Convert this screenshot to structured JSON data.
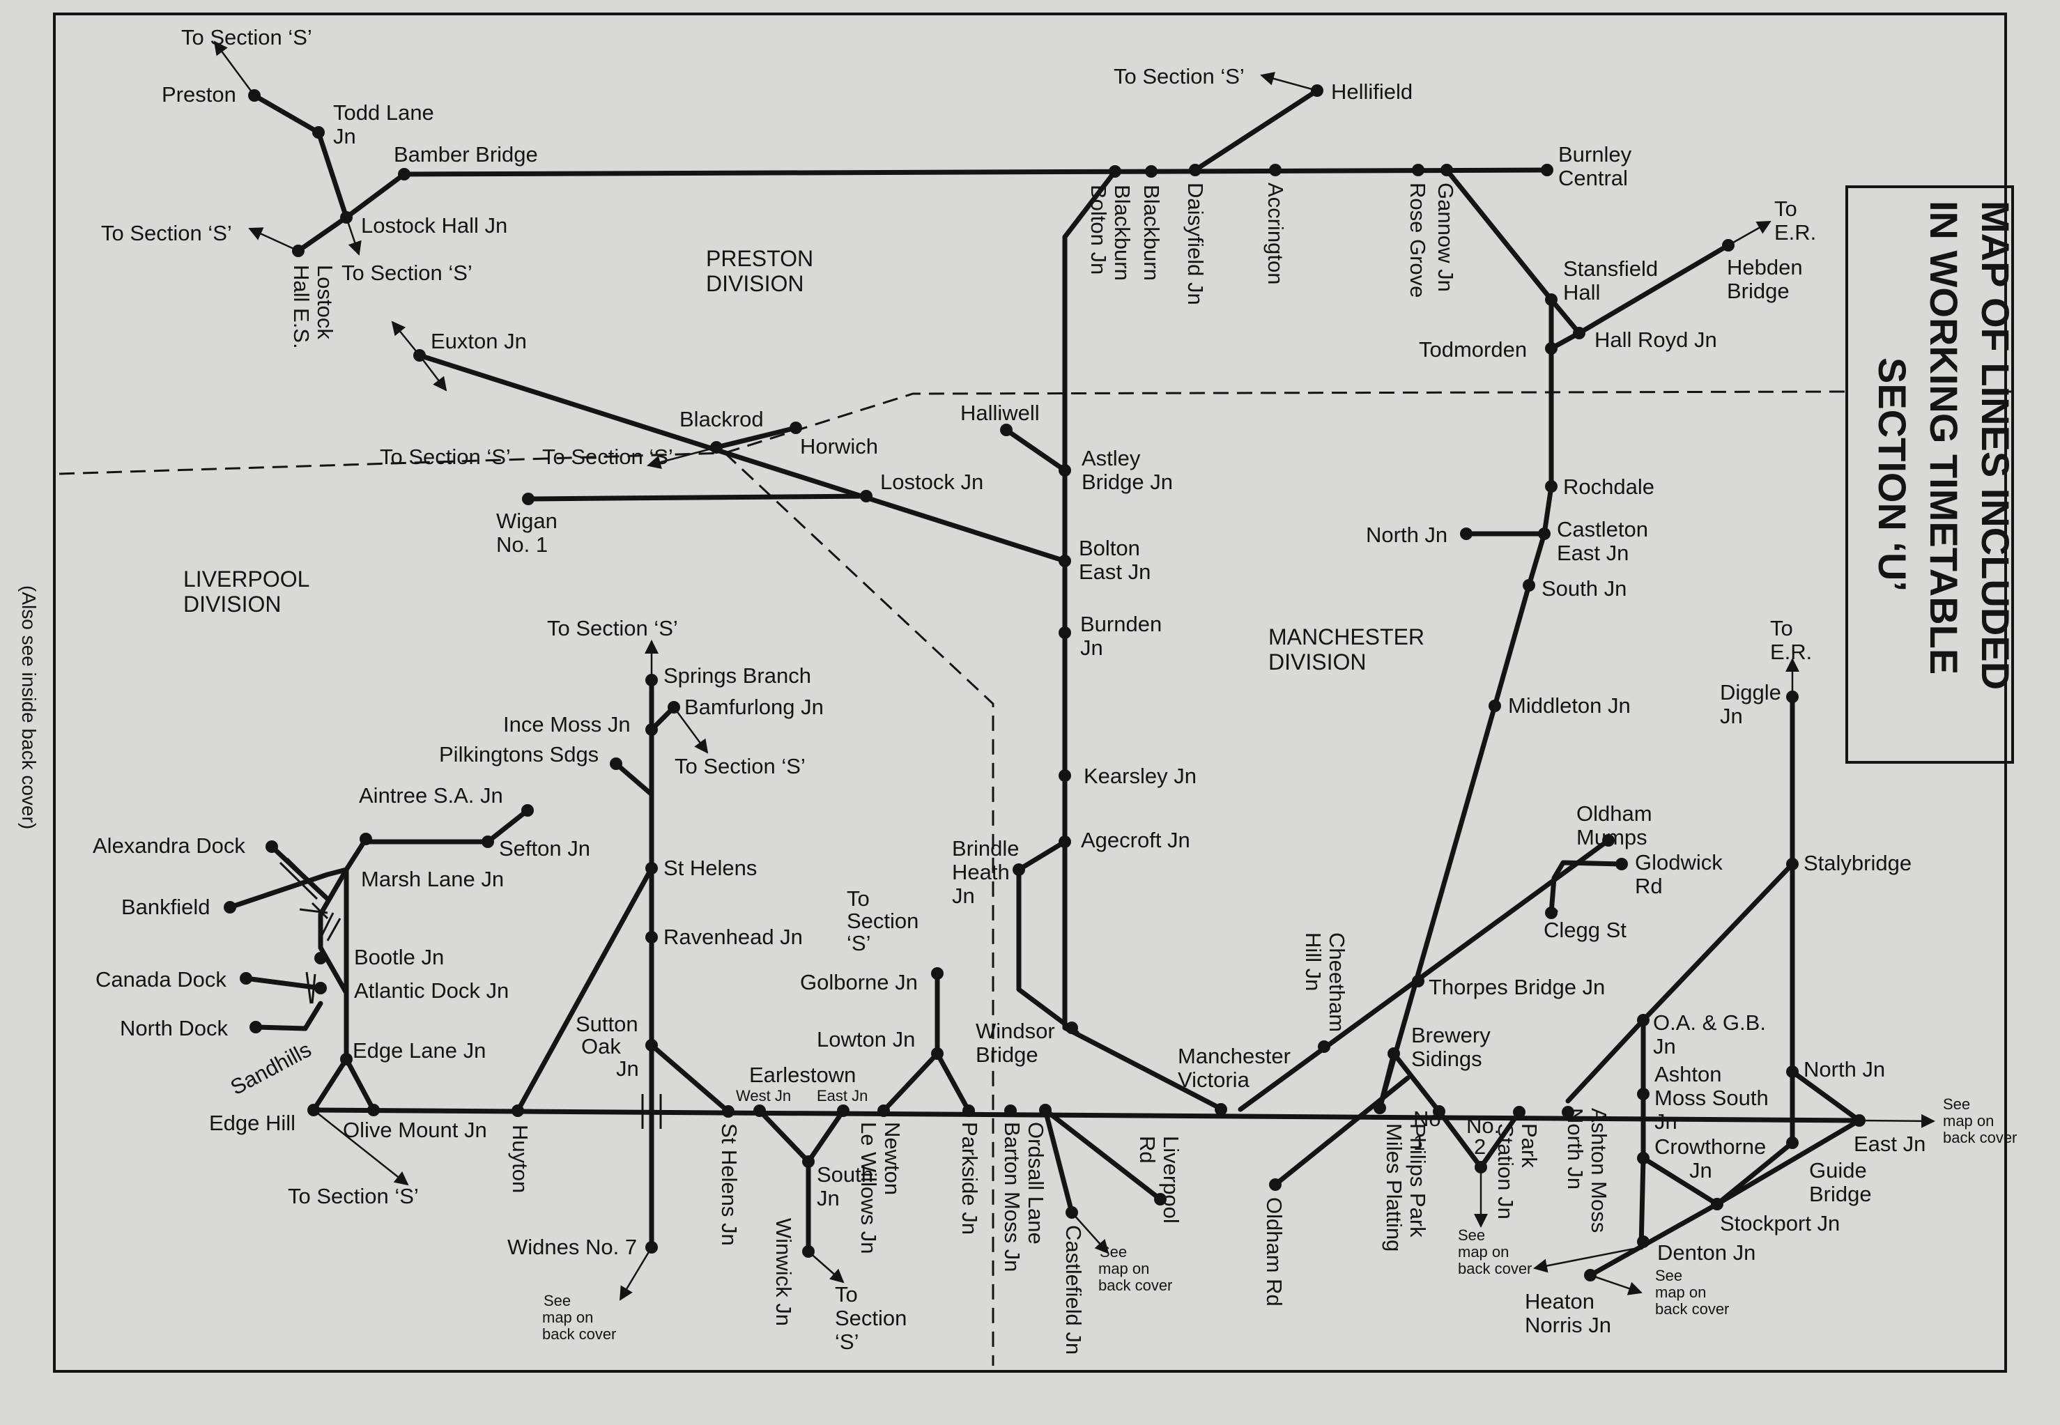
{
  "title": {
    "lines": [
      "MAP OF LINES INCLUDED",
      "IN WORKING TIMETABLE",
      "SECTION ‘U’"
    ]
  },
  "side_note": "(Also see inside back cover)",
  "colors": {
    "paper": "#d9d9d7",
    "ink": "#141414"
  },
  "divisions": {
    "preston": [
      "PRESTON",
      "DIVISION"
    ],
    "liverpool": [
      "LIVERPOOL",
      "DIVISION"
    ],
    "manchester": [
      "MANCHESTER",
      "DIVISION"
    ]
  },
  "labels": {
    "preston": "Preston",
    "todd_lane": [
      "Todd Lane",
      "Jn"
    ],
    "bamber_bridge": "Bamber Bridge",
    "lostock_hall_jn": "Lostock Hall Jn",
    "lostock_hall_es": [
      "Lostock",
      "Hall E.S."
    ],
    "to_s_preston": "To Section ‘S’",
    "to_s_lostock_w": "To Section ‘S’",
    "to_s_lostock_s": "To Section ‘S’",
    "euxton": "Euxton Jn",
    "blackrod": "Blackrod",
    "horwich": "Horwich",
    "to_s_mid1": "To Section ‘S’",
    "to_s_mid2": "To Section ‘S’",
    "lostock_jn": "Lostock Jn",
    "wigan_no1": [
      "Wigan",
      "No. 1"
    ],
    "halliwell": "Halliwell",
    "astley_bridge": [
      "Astley",
      "Bridge Jn"
    ],
    "bolton_east": [
      "Bolton",
      "East Jn"
    ],
    "burnden": [
      "Burnden",
      "Jn"
    ],
    "kearsley": "Kearsley Jn",
    "agecroft": "Agecroft Jn",
    "brindle_heath": [
      "Brindle",
      "Heath",
      "Jn"
    ],
    "windsor_bridge": [
      "Windsor",
      "Bridge"
    ],
    "blackburn_bolton": [
      "Blackburn",
      "Bolton Jn"
    ],
    "blackburn": "Blackburn",
    "daisyfield": "Daisyfield Jn",
    "accrington": "Accrington",
    "rose_grove": "Rose Grove",
    "gannow": "Gannow Jn",
    "to_s_hellifield": "To Section ‘S’",
    "hellifield": "Hellifield",
    "burnley_central": [
      "Burnley",
      "Central"
    ],
    "stansfield_hall": [
      "Stansfield",
      "Hall"
    ],
    "to_er_top": [
      "To",
      "E.R."
    ],
    "hebden_bridge": [
      "Hebden",
      "Bridge"
    ],
    "hall_royd": "Hall Royd Jn",
    "todmorden": "Todmorden",
    "rochdale": "Rochdale",
    "north_jn_rochdale": "North Jn",
    "castleton": [
      "Castleton",
      "East Jn"
    ],
    "south_jn": "South Jn",
    "middleton": "Middleton Jn",
    "to_er_diggle": [
      "To",
      "E.R."
    ],
    "diggle": [
      "Diggle",
      "Jn"
    ],
    "oldham_mumps": [
      "Oldham",
      "Mumps"
    ],
    "glodwick": [
      "Glodwick",
      "Rd"
    ],
    "clegg_st": "Clegg St",
    "stalybridge": "Stalybridge",
    "cheetham_hill": [
      "Cheetham",
      "Hill Jn"
    ],
    "thorpes_bridge": "Thorpes Bridge Jn",
    "brewery_sidings": [
      "Brewery",
      "Sidings"
    ],
    "manchester_victoria": [
      "Manchester",
      "Victoria"
    ],
    "oa_gb": [
      "O.A. & G.B.",
      "Jn"
    ],
    "ashton_moss_south": [
      "Ashton",
      "Moss South",
      "Jn"
    ],
    "crowthorne": [
      "Crowthorne",
      "Jn"
    ],
    "north_jn_guide": "North Jn",
    "guide_bridge": [
      "Guide",
      "Bridge"
    ],
    "east_jn": "East Jn",
    "stockport_jn": "Stockport Jn",
    "denton": "Denton Jn",
    "heaton_norris": [
      "Heaton",
      "Norris Jn"
    ],
    "to_s_springs": "To Section ‘S’",
    "springs_branch": "Springs Branch",
    "ince_moss": "Ince Moss Jn",
    "bamfurlong": "Bamfurlong Jn",
    "to_s_bamfurlong": "To Section ‘S’",
    "pilkingtons": "Pilkingtons Sdgs",
    "aintree": "Aintree S.A. Jn",
    "sefton": "Sefton Jn",
    "alexandra_dock": "Alexandra Dock",
    "marsh_lane": "Marsh Lane Jn",
    "bankfield": "Bankfield",
    "st_helens": "St Helens",
    "ravenhead": "Ravenhead Jn",
    "bootle": "Bootle Jn",
    "canada_dock": "Canada Dock",
    "atlantic_dock": "Atlantic Dock Jn",
    "north_dock": "North Dock",
    "sandhills": "Sandhills",
    "edge_lane": "Edge Lane Jn",
    "sutton_oak": [
      "Sutton",
      "Oak",
      "Jn"
    ],
    "edge_hill": "Edge Hill",
    "olive_mount": "Olive Mount Jn",
    "huyton": "Huyton",
    "to_s_edgehill": "To Section ‘S’",
    "widnes": "Widnes No. 7",
    "see_widnes": [
      "See",
      "map on",
      "back cover"
    ],
    "st_helens_jn": "St Helens Jn",
    "earlestown": "Earlestown",
    "west_jn": "West Jn",
    "east_jn_earl": "East Jn",
    "winwick": "Winwick Jn",
    "south_jn_winwick": [
      "South",
      "Jn"
    ],
    "to_s_winwick": [
      "To",
      "Section",
      "‘S’"
    ],
    "to_s_golborne": [
      "To",
      "Section",
      "‘S’"
    ],
    "golborne": "Golborne Jn",
    "lowton": "Lowton Jn",
    "newton_le_willows": [
      "Newton",
      "Le Willows Jn"
    ],
    "parkside": "Parkside Jn",
    "barton_moss": [
      "Ordsall Lane",
      "Barton Moss Jn"
    ],
    "castlefield": "Castlefield Jn",
    "see_castlefield": [
      "See",
      "map on",
      "back cover"
    ],
    "liverpool_rd": [
      "Liverpool",
      "Rd"
    ],
    "oldham_rd": "Oldham Rd",
    "miles_platting": [
      "Philips Park",
      "Miles Platting"
    ],
    "philips_park": [
      "No",
      "1"
    ],
    "no2": [
      "No.",
      "2"
    ],
    "park_station": [
      "Park",
      "Station Jn"
    ],
    "see_no2": [
      "See",
      "map on",
      "back cover"
    ],
    "ashton_moss_north": [
      "Ashton Moss",
      "North Jn"
    ],
    "see_denton": [
      "See",
      "map on",
      "back cover"
    ],
    "see_east": [
      "See",
      "map on",
      "back cover"
    ]
  }
}
